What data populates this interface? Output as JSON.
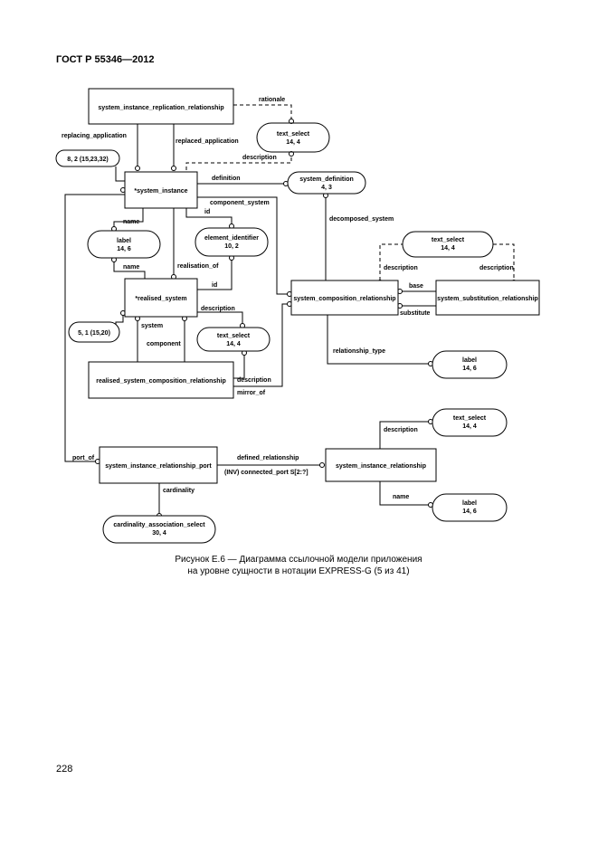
{
  "header": "ГОСТ Р 55346—2012",
  "page_number": "228",
  "caption": {
    "line1": "Рисунок Е.6 — Диаграмма ссылочной модели приложения",
    "line2": "на уровне сущности в нотации EXPRESS-G (5 из 41)"
  },
  "entities": {
    "sirr": "system_instance_replication_relationship",
    "si": "*system_instance",
    "rs": "*realised_system",
    "rscr": "realised_system_composition_relationship",
    "scr": "system_composition_relationship",
    "ssr": "system_substitution_relationship",
    "sirp": "system_instance_relationship_port",
    "sir": "system_instance_relationship"
  },
  "pills": {
    "ts1_a": "text_select",
    "ts1_b": "14, 4",
    "sd_a": "system_definition",
    "sd_b": "4, 3",
    "lab1_a": "label",
    "lab1_b": "14, 6",
    "ei_a": "element_identifier",
    "ei_b": "10, 2",
    "ts2_a": "text_select",
    "ts2_b": "14, 4",
    "ts3_a": "text_select",
    "ts3_b": "14, 4",
    "lab2_a": "label",
    "lab2_b": "14, 6",
    "ts4_a": "text_select",
    "ts4_b": "14, 4",
    "lab3_a": "label",
    "lab3_b": "14, 6",
    "cas_a": "cardinality_association_select",
    "cas_b": "30, 4"
  },
  "refs": {
    "r1": "8, 2 (15,23,32)",
    "r2": "5, 1 (15,20)"
  },
  "labels": {
    "rationale": "rationale",
    "replacing": "replacing_application",
    "replaced": "replaced_application",
    "description1": "description",
    "definition": "definition",
    "component_system": "component_system",
    "id1": "id",
    "name1": "name",
    "name2": "name",
    "realisation_of": "realisation_of",
    "id2": "id",
    "description2": "description",
    "system": "system",
    "component": "component",
    "description3": "description",
    "mirror_of": "mirror_of",
    "decomposed_system": "decomposed_system",
    "description4": "description",
    "description5": "description",
    "base": "base",
    "substitute": "substitute",
    "relationship_type": "relationship_type",
    "port_of": "port_of",
    "defined_relationship": "defined_relationship",
    "connected_port": "(INV) connected_port S[2:?]",
    "cardinality": "cardinality",
    "description6": "description",
    "name3": "name"
  }
}
